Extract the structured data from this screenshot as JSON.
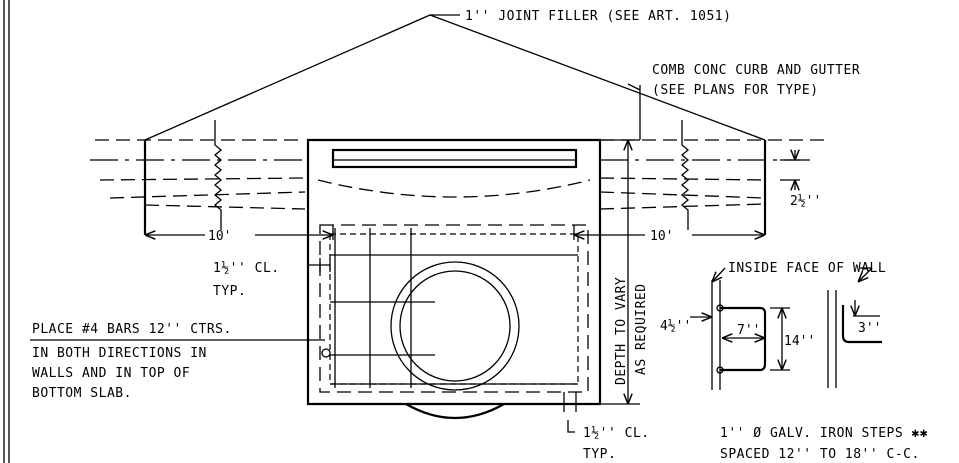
{
  "notes": {
    "joint_filler": "1'' JOINT FILLER (SEE ART. 1051)",
    "curb_line1": "COMB CONC CURB AND GUTTER",
    "curb_line2": "(SEE PLANS FOR TYPE)",
    "bars_line1": "PLACE #4 BARS 12'' CTRS.",
    "bars_line2": "IN BOTH DIRECTIONS IN",
    "bars_line3": "WALLS AND IN TOP OF",
    "bars_line4": "BOTTOM SLAB.",
    "clear_top_line1": "1½'' CL.",
    "clear_top_line2": "TYP.",
    "clear_bottom_line1": "1½'' CL.",
    "clear_bottom_line2": "TYP.",
    "depth_line1": "DEPTH TO VARY",
    "depth_line2": "AS REQUIRED",
    "inside_face": "INSIDE FACE OF WALL",
    "steps_line1": "1'' Ø GALV. IRON STEPS ✱✱",
    "steps_line2": "SPACED 12'' TO 18'' C-C."
  },
  "dimensions": {
    "left_length": "10'",
    "right_length": "10'",
    "gutter_depth": "2½''",
    "step_offset": "4½''",
    "step_depth": "7''",
    "step_height": "14''",
    "step_embed": "3''"
  }
}
